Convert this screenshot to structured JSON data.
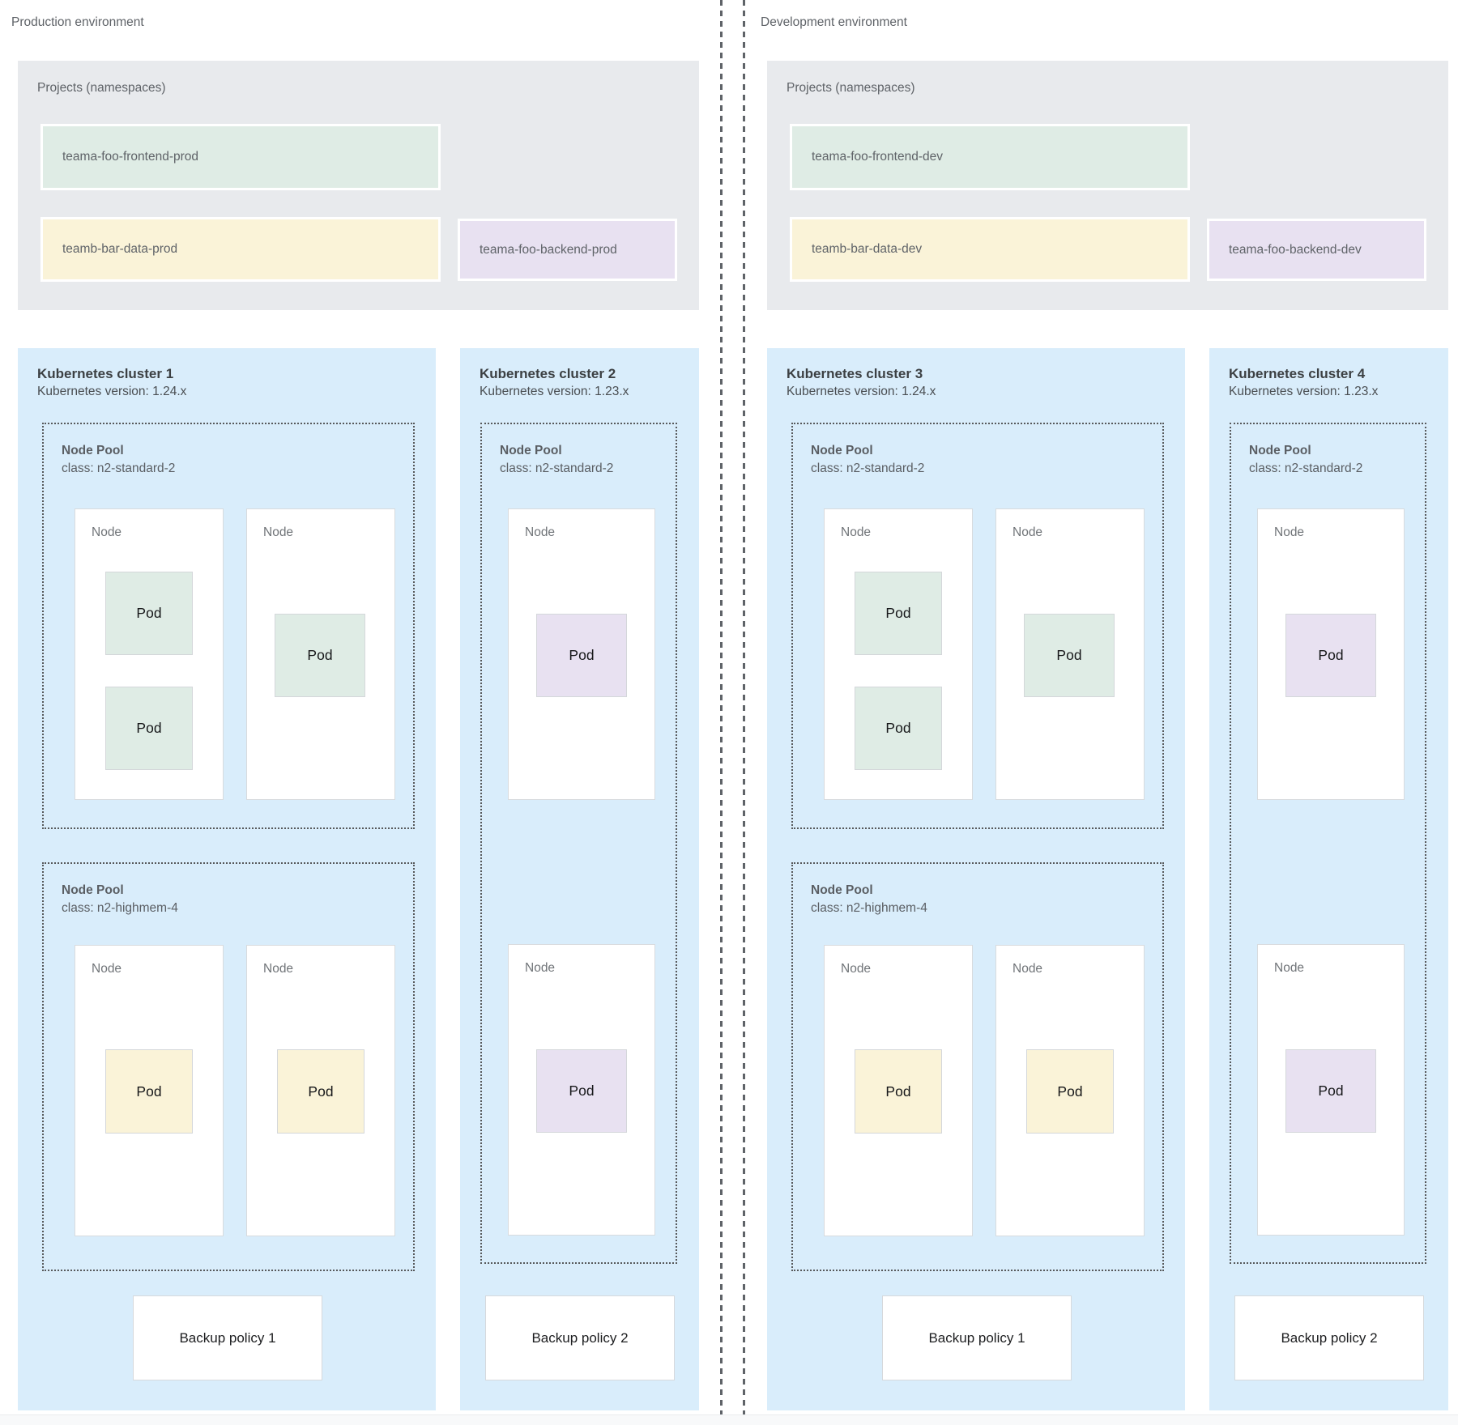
{
  "labels": {
    "node": "Node",
    "pod": "Pod"
  },
  "palette": {
    "cluster_panel_blue": "#d9edfb",
    "projects_panel_gray": "#e8eaed",
    "namespace_green": "#dfece5",
    "namespace_yellow": "#faf3d8",
    "namespace_purple": "#e8e1f1",
    "node_white": "#ffffff",
    "divider_dash_gray": "#5f6368"
  },
  "environments": [
    {
      "label": "Production environment",
      "projects_panel": {
        "title": "Projects (namespaces)",
        "namespaces": [
          {
            "label": "teama-foo-frontend-prod",
            "color": "#dfece5"
          },
          {
            "label": "teamb-bar-data-prod",
            "color": "#faf3d8"
          },
          {
            "label": "teama-foo-backend-prod",
            "color": "#e8e1f1"
          }
        ]
      },
      "clusters": [
        {
          "title": "Kubernetes cluster 1",
          "version": "Kubernetes version: 1.24.x",
          "backup_policy": "Backup policy 1",
          "node_pools": [
            {
              "name": "Node Pool",
              "class": "class: n2-standard-2",
              "nodes": [
                {
                  "pods": [
                    "green",
                    "green"
                  ]
                },
                {
                  "pods": [
                    "green"
                  ]
                }
              ]
            },
            {
              "name": "Node Pool",
              "class": "class: n2-highmem-4",
              "nodes": [
                {
                  "pods": [
                    "yellow"
                  ]
                },
                {
                  "pods": [
                    "yellow"
                  ]
                }
              ]
            }
          ]
        },
        {
          "title": "Kubernetes cluster 2",
          "version": "Kubernetes version: 1.23.x",
          "backup_policy": "Backup policy 2",
          "node_pools": [
            {
              "name": "Node Pool",
              "class": "class: n2-standard-2",
              "nodes": [
                {
                  "pods": [
                    "purple"
                  ]
                },
                {
                  "pods": [
                    "purple"
                  ]
                }
              ]
            }
          ]
        }
      ]
    },
    {
      "label": "Development environment",
      "projects_panel": {
        "title": "Projects (namespaces)",
        "namespaces": [
          {
            "label": "teama-foo-frontend-dev",
            "color": "#dfece5"
          },
          {
            "label": "teamb-bar-data-dev",
            "color": "#faf3d8"
          },
          {
            "label": "teama-foo-backend-dev",
            "color": "#e8e1f1"
          }
        ]
      },
      "clusters": [
        {
          "title": "Kubernetes cluster 3",
          "version": "Kubernetes version: 1.24.x",
          "backup_policy": "Backup policy 1",
          "node_pools": [
            {
              "name": "Node Pool",
              "class": "class: n2-standard-2",
              "nodes": [
                {
                  "pods": [
                    "green",
                    "green"
                  ]
                },
                {
                  "pods": [
                    "green"
                  ]
                }
              ]
            },
            {
              "name": "Node Pool",
              "class": "class: n2-highmem-4",
              "nodes": [
                {
                  "pods": [
                    "yellow"
                  ]
                },
                {
                  "pods": [
                    "yellow"
                  ]
                }
              ]
            }
          ]
        },
        {
          "title": "Kubernetes cluster 4",
          "version": "Kubernetes version: 1.23.x",
          "backup_policy": "Backup policy 2",
          "node_pools": [
            {
              "name": "Node Pool",
              "class": "class: n2-standard-2",
              "nodes": [
                {
                  "pods": [
                    "purple"
                  ]
                },
                {
                  "pods": [
                    "purple"
                  ]
                }
              ]
            }
          ]
        }
      ]
    }
  ]
}
